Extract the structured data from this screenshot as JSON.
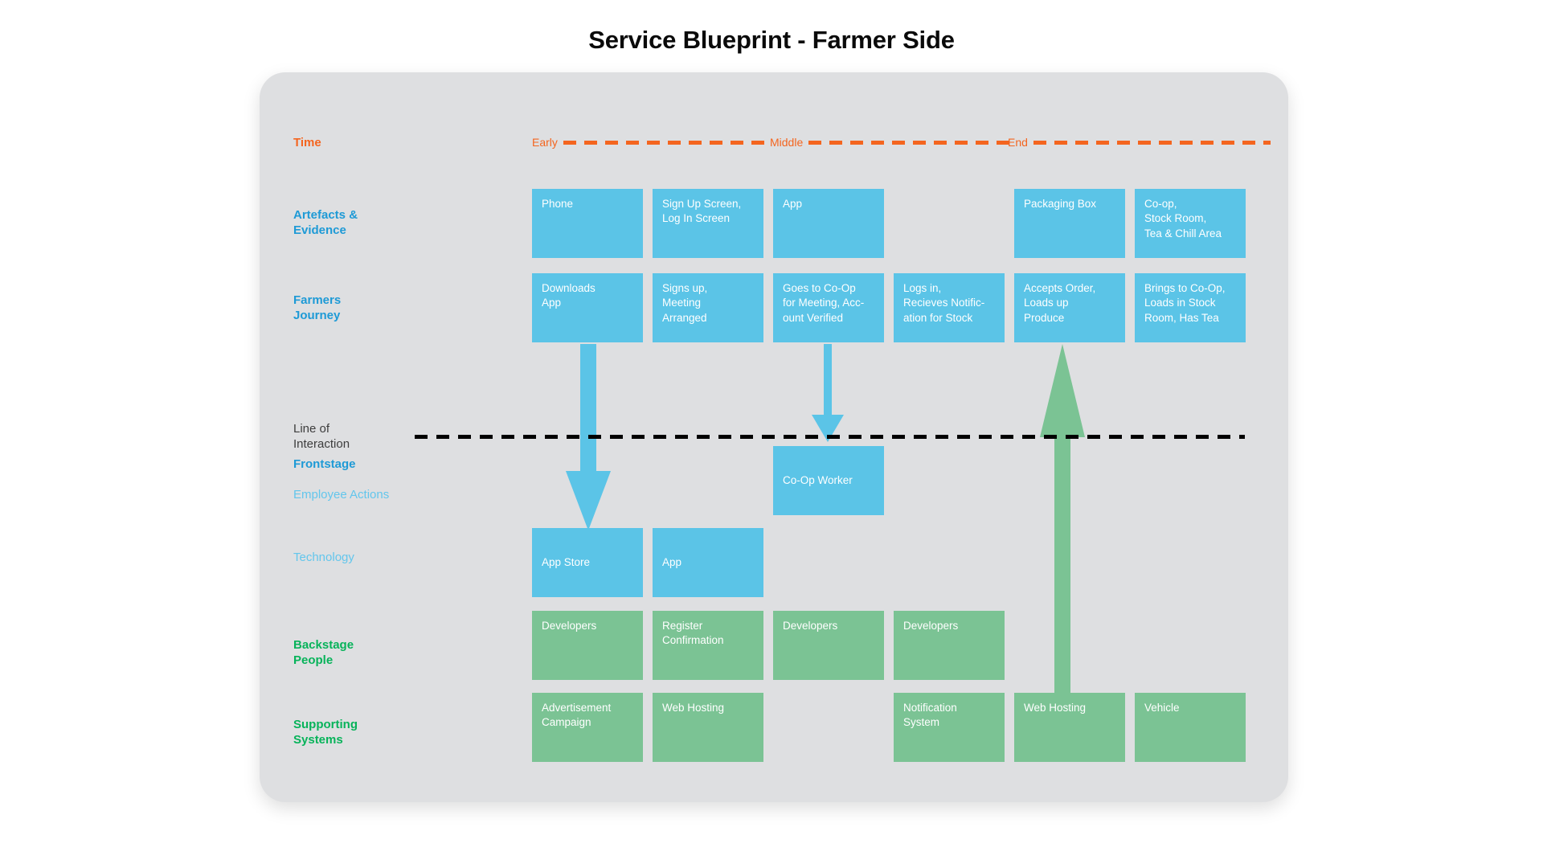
{
  "title": "Service Blueprint - Farmer Side",
  "colors": {
    "panel_bg": "#dedfe1",
    "blue": "#5bc4e7",
    "green": "#7bc394",
    "orange": "#f4651f",
    "label_blue": "#1e9ad6",
    "label_green": "#07b35a",
    "line_of_interaction": "#000000"
  },
  "row_labels": {
    "time": "Time",
    "artefacts": "Artefacts &\nEvidence",
    "farmers_journey": "Farmers\nJourney",
    "line_of_interaction": "Line of\nInteraction",
    "frontstage": "Frontstage",
    "employee_actions": "Employee Actions",
    "technology": "Technology",
    "backstage_people": "Backstage\nPeople",
    "supporting_systems": "Supporting\nSystems"
  },
  "time_markers": [
    {
      "label": "Early"
    },
    {
      "label": "Middle"
    },
    {
      "label": "End"
    }
  ],
  "rows": {
    "artefacts": [
      {
        "col": 1,
        "text": "Phone"
      },
      {
        "col": 2,
        "text": "Sign Up Screen,\nLog In Screen"
      },
      {
        "col": 3,
        "text": "App"
      },
      {
        "col": 5,
        "text": "Packaging Box"
      },
      {
        "col": 6,
        "text": "Co-op,\nStock Room,\nTea & Chill Area"
      }
    ],
    "farmers_journey": [
      {
        "col": 1,
        "text": "Downloads\nApp"
      },
      {
        "col": 2,
        "text": "Signs up,\nMeeting\nArranged"
      },
      {
        "col": 3,
        "text": "Goes to Co-Op\nfor Meeting, Acc-\nount Verified"
      },
      {
        "col": 4,
        "text": "Logs in,\nRecieves Notific-\nation for Stock"
      },
      {
        "col": 5,
        "text": "Accepts Order,\nLoads up\nProduce"
      },
      {
        "col": 6,
        "text": "Brings to Co-Op,\nLoads in Stock\nRoom, Has Tea"
      }
    ],
    "frontstage": [
      {
        "col": 3,
        "text": "Co-Op Worker"
      }
    ],
    "technology": [
      {
        "col": 1,
        "text": "App Store"
      },
      {
        "col": 2,
        "text": "App"
      }
    ],
    "backstage_people": [
      {
        "col": 1,
        "text": "Developers"
      },
      {
        "col": 2,
        "text": "Register\nConfirmation"
      },
      {
        "col": 3,
        "text": "Developers"
      },
      {
        "col": 4,
        "text": "Developers"
      }
    ],
    "supporting_systems": [
      {
        "col": 1,
        "text": "Advertisement\nCampaign"
      },
      {
        "col": 2,
        "text": "Web Hosting"
      },
      {
        "col": 4,
        "text": "Notification\nSystem"
      },
      {
        "col": 5,
        "text": "Web Hosting"
      },
      {
        "col": 6,
        "text": "Vehicle"
      }
    ]
  },
  "arrows": [
    {
      "name": "downloads-app-to-app-store",
      "direction": "down",
      "color": "#5bc4e7"
    },
    {
      "name": "co-op-meeting-to-co-op-worker",
      "direction": "down",
      "color": "#5bc4e7"
    },
    {
      "name": "web-hosting-to-accepts-order",
      "direction": "up",
      "color": "#7bc394"
    }
  ]
}
